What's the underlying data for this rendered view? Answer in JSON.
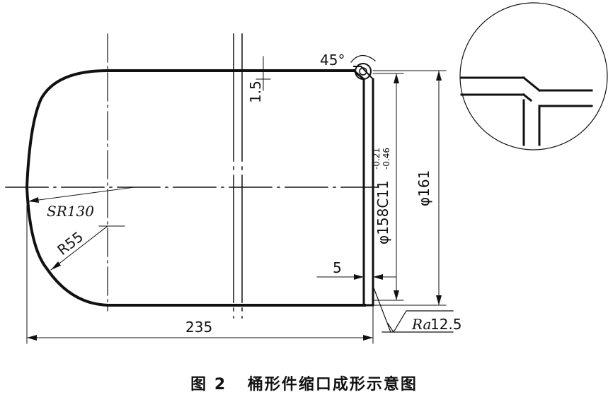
{
  "dimensions": {
    "angle": "45°",
    "wall_thickness": "1.5",
    "inner_diameter": "φ158C11",
    "inner_tol_upper": "-0.21",
    "inner_tol_lower": "-0.46",
    "outer_diameter": "φ161",
    "sphere_radius": "SR130",
    "corner_radius": "R55",
    "flange_width": "5",
    "length": "235",
    "roughness_sym": "Ra",
    "roughness_val": "12.5"
  },
  "caption": {
    "figure_no": "图 2",
    "title": "桶形件缩口成形示意图"
  }
}
